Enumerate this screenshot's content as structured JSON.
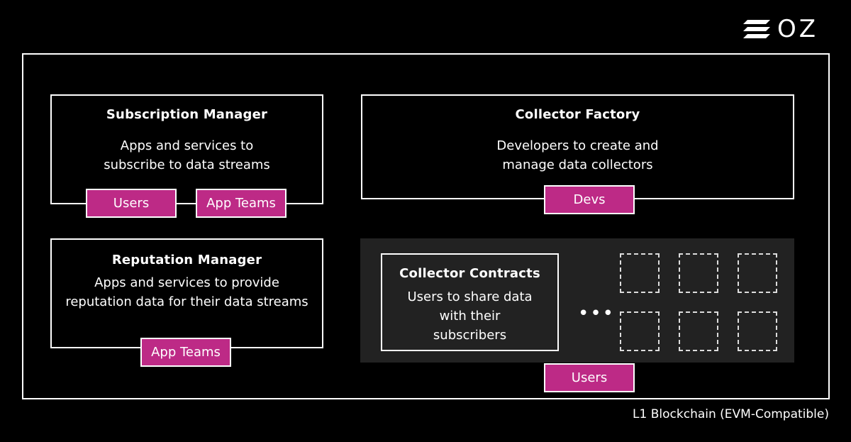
{
  "brand": {
    "logo_text": "OZ",
    "logo_icon": "oz-logo-icon"
  },
  "container": {
    "label": "L1 Blockchain (EVM-Compatible)"
  },
  "colors": {
    "tag_fill": "#bd2a86",
    "panel_gray": "#222222",
    "background": "#000000",
    "stroke": "#ffffff"
  },
  "subscription_manager": {
    "title": "Subscription Manager",
    "description": [
      "Apps and services to",
      "subscribe to data streams"
    ],
    "tags": [
      "Users",
      "App Teams"
    ]
  },
  "collector_factory": {
    "title": "Collector Factory",
    "description": [
      "Developers to create and",
      "manage data collectors"
    ],
    "tags": [
      "Devs"
    ]
  },
  "reputation_manager": {
    "title": "Reputation Manager",
    "description": [
      "Apps and services to provide",
      "reputation data for their data streams"
    ],
    "tags": [
      "App Teams"
    ]
  },
  "collector_contracts": {
    "title": "Collector Contracts",
    "description": [
      "Users to share data",
      "with their",
      "subscribers"
    ],
    "ellipsis": "•••",
    "placeholder_count": 6,
    "tags": [
      "Users"
    ]
  }
}
